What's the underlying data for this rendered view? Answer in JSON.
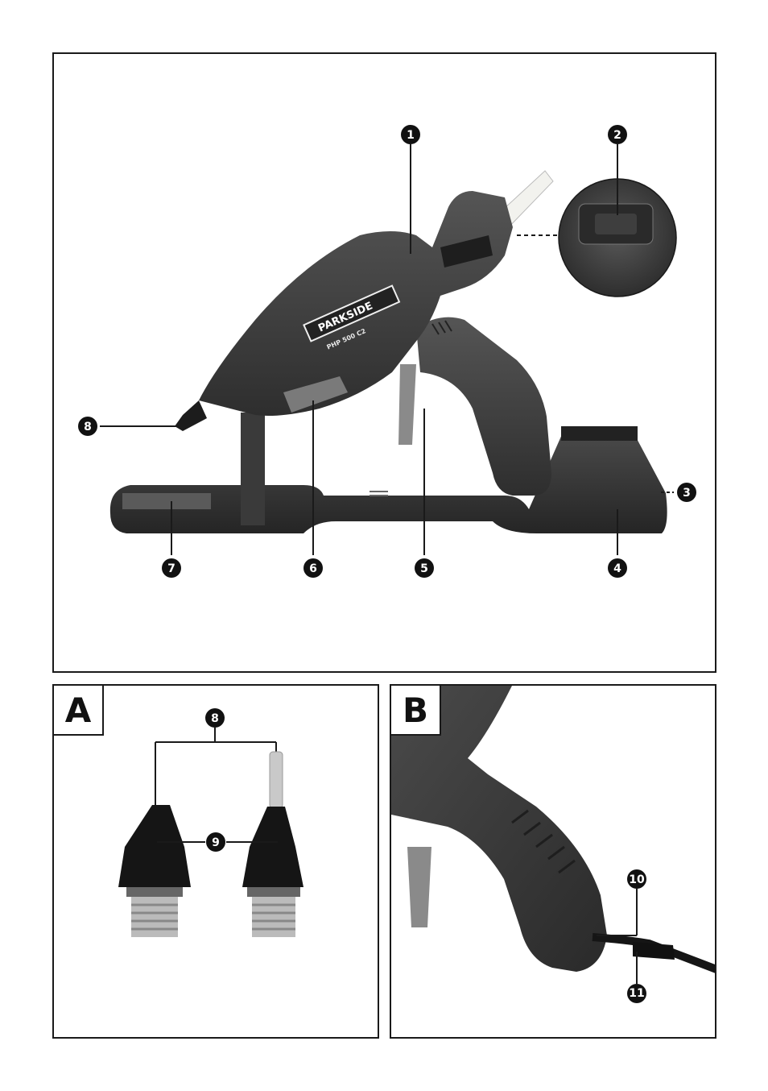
{
  "brand": {
    "name": "PARKSIDE",
    "model": "PHP 500 C2"
  },
  "main_callouts": [
    "1",
    "2",
    "3",
    "4",
    "5",
    "6",
    "7",
    "8"
  ],
  "panel_a": {
    "tab": "A",
    "callouts": [
      "8",
      "9"
    ]
  },
  "panel_b": {
    "tab": "B",
    "callouts": [
      "10",
      "11"
    ]
  },
  "colors": {
    "line": "#1a1a1a",
    "body": "#3a3a3a",
    "badge": "#111111",
    "glue_stick": "#f2f2ee"
  },
  "icons": [
    "callout-badge-icon",
    "magnifier-circle-icon"
  ]
}
